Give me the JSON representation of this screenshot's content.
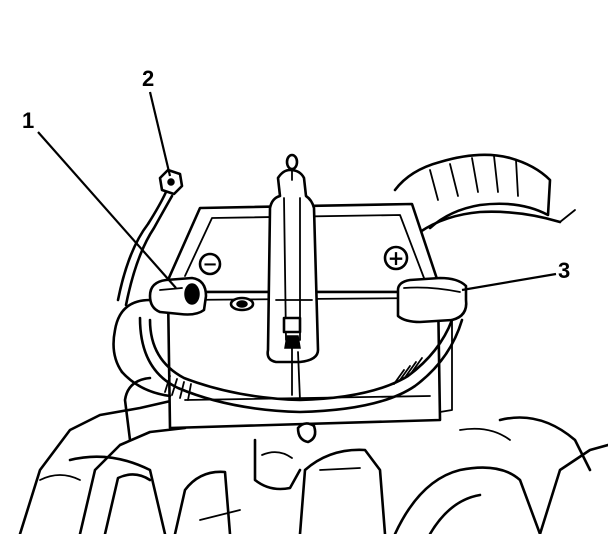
{
  "callouts": [
    {
      "id": "1",
      "label": "1"
    },
    {
      "id": "2",
      "label": "2"
    },
    {
      "id": "3",
      "label": "3"
    }
  ],
  "terminal_symbols": {
    "negative": "−",
    "positive": "+"
  }
}
